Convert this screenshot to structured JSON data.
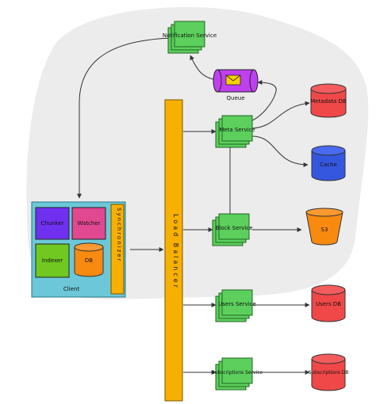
{
  "notification_service": "Notification Service",
  "queue": "Queue",
  "meta_service": "Meta Service",
  "metadata_db": "Metadata DB",
  "cache": "Cache",
  "block_service": "Block Service",
  "s3": "S3",
  "users_service": "Users Service",
  "users_db": "Users DB",
  "subscriptions_service": "Subscriptions Service",
  "subscriptions_db": "Subscriptions DB",
  "load_balancer": "Load Balancer",
  "client": {
    "label": "Client",
    "chunker": "Chunker",
    "watcher": "Watcher",
    "indexer": "Indexer",
    "db": "DB",
    "synchronizer": "Synchronizer"
  },
  "colors": {
    "service_green": "#5ccf5c",
    "queue_purple": "#c040f0",
    "envelope_yellow": "#f8d000",
    "db_red": "#f04848",
    "cache_blue": "#3557e0",
    "s3_orange": "#f88a10",
    "load_balancer": "#f8b000",
    "client_cyan": "#6cc8d8",
    "chunker": "#7030f0",
    "watcher": "#e04890",
    "indexer": "#70c820",
    "client_db": "#f88a10",
    "background_blob": "#ececec"
  }
}
